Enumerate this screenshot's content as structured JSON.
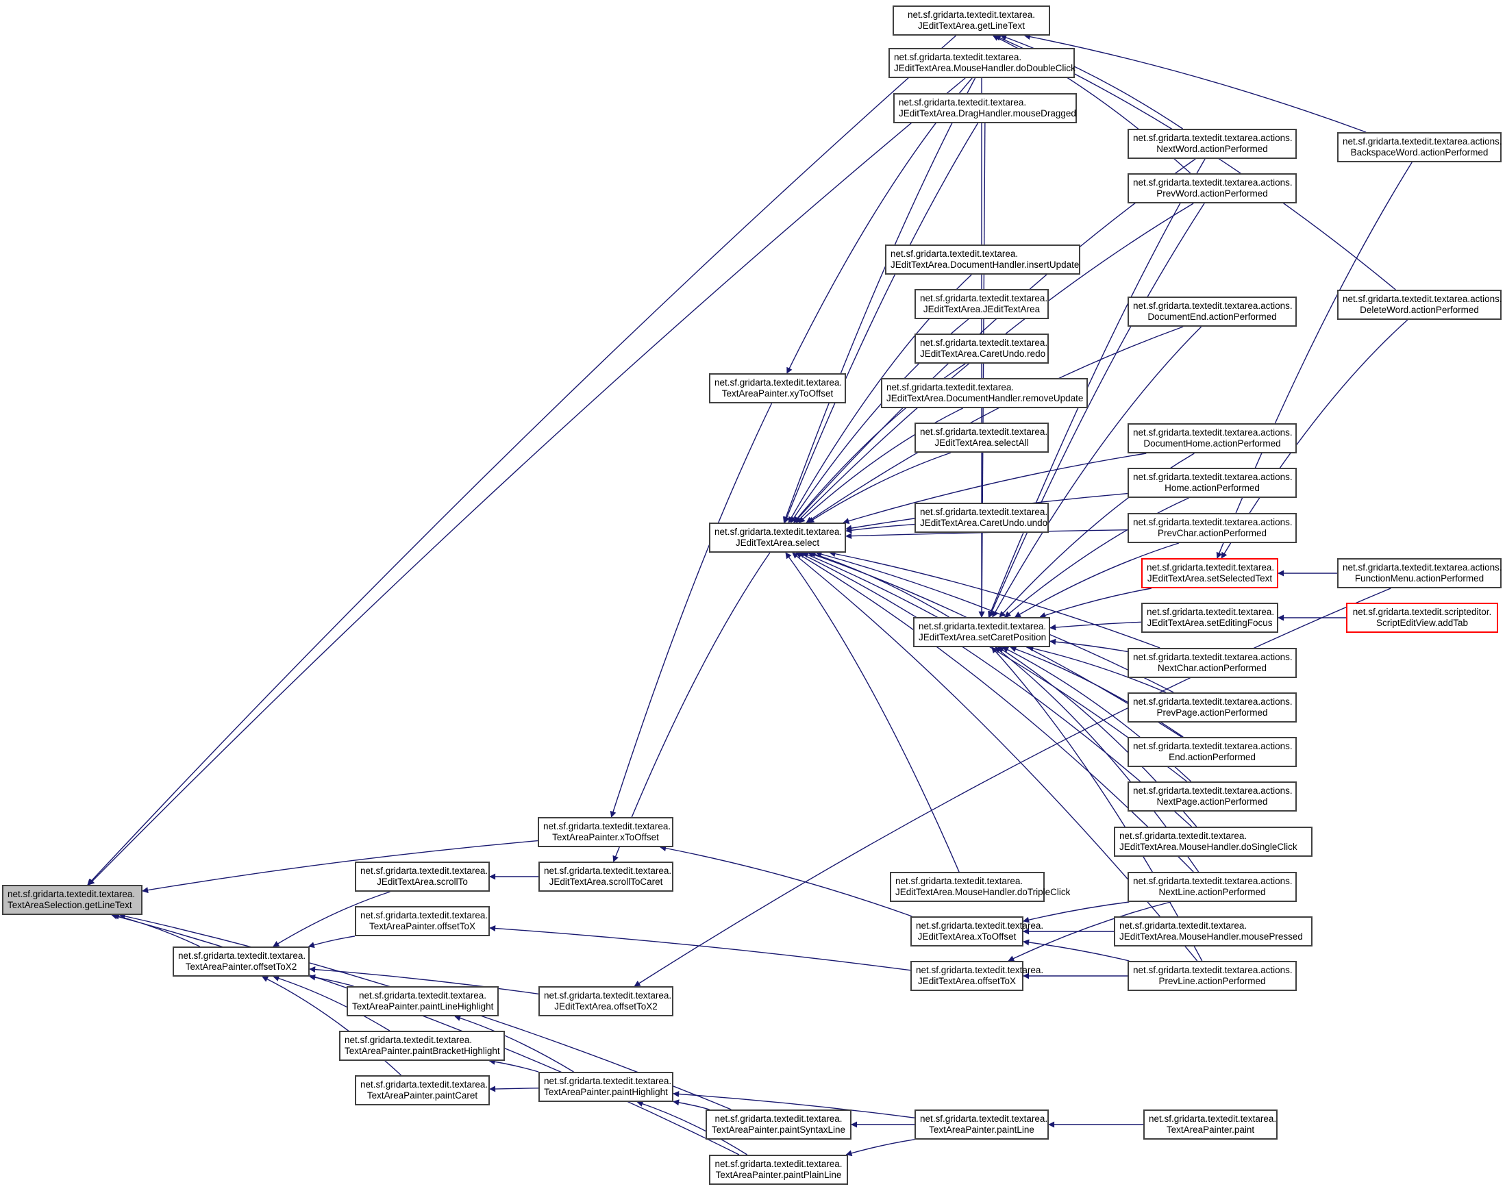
{
  "graph": {
    "type": "caller-graph",
    "edge_color": "#191970",
    "root_fill": "#bfbfbf",
    "truncated_border": "#ff0000",
    "nodes": [
      {
        "id": "root",
        "l1": "net.sf.gridarta.textedit.textarea.",
        "l2": "TextAreaSelection.getLineText",
        "kind": "root"
      },
      {
        "id": "jta_getLineText",
        "l1": "net.sf.gridarta.textedit.textarea.",
        "l2": "JEditTextArea.getLineText"
      },
      {
        "id": "mh_doDoubleClick",
        "l1": "net.sf.gridarta.textedit.textarea.",
        "l2": "JEditTextArea.MouseHandler.doDoubleClick"
      },
      {
        "id": "dh_mouseDragged",
        "l1": "net.sf.gridarta.textedit.textarea.",
        "l2": "JEditTextArea.DragHandler.mouseDragged"
      },
      {
        "id": "a_nextWord",
        "l1": "net.sf.gridarta.textedit.textarea.actions.",
        "l2": "NextWord.actionPerformed"
      },
      {
        "id": "a_prevWord",
        "l1": "net.sf.gridarta.textedit.textarea.actions.",
        "l2": "PrevWord.actionPerformed"
      },
      {
        "id": "a_backspaceWord",
        "l1": "net.sf.gridarta.textedit.textarea.actions.",
        "l2": "BackspaceWord.actionPerformed"
      },
      {
        "id": "doc_insertUpdate",
        "l1": "net.sf.gridarta.textedit.textarea.",
        "l2": "JEditTextArea.DocumentHandler.insertUpdate"
      },
      {
        "id": "jta_ctor",
        "l1": "net.sf.gridarta.textedit.textarea.",
        "l2": "JEditTextArea.JEditTextArea"
      },
      {
        "id": "a_documentEnd",
        "l1": "net.sf.gridarta.textedit.textarea.actions.",
        "l2": "DocumentEnd.actionPerformed"
      },
      {
        "id": "a_deleteWord",
        "l1": "net.sf.gridarta.textedit.textarea.actions.",
        "l2": "DeleteWord.actionPerformed"
      },
      {
        "id": "cu_redo",
        "l1": "net.sf.gridarta.textedit.textarea.",
        "l2": "JEditTextArea.CaretUndo.redo"
      },
      {
        "id": "tap_xyToOffset",
        "l1": "net.sf.gridarta.textedit.textarea.",
        "l2": "TextAreaPainter.xyToOffset"
      },
      {
        "id": "doc_removeUpdate",
        "l1": "net.sf.gridarta.textedit.textarea.",
        "l2": "JEditTextArea.DocumentHandler.removeUpdate"
      },
      {
        "id": "jta_selectAll",
        "l1": "net.sf.gridarta.textedit.textarea.",
        "l2": "JEditTextArea.selectAll"
      },
      {
        "id": "a_documentHome",
        "l1": "net.sf.gridarta.textedit.textarea.actions.",
        "l2": "DocumentHome.actionPerformed"
      },
      {
        "id": "a_home",
        "l1": "net.sf.gridarta.textedit.textarea.actions.",
        "l2": "Home.actionPerformed"
      },
      {
        "id": "cu_undo",
        "l1": "net.sf.gridarta.textedit.textarea.",
        "l2": "JEditTextArea.CaretUndo.undo"
      },
      {
        "id": "jta_select",
        "l1": "net.sf.gridarta.textedit.textarea.",
        "l2": "JEditTextArea.select"
      },
      {
        "id": "a_prevChar",
        "l1": "net.sf.gridarta.textedit.textarea.actions.",
        "l2": "PrevChar.actionPerformed"
      },
      {
        "id": "jta_setSelectedText",
        "l1": "net.sf.gridarta.textedit.textarea.",
        "l2": "JEditTextArea.setSelectedText",
        "kind": "truncated"
      },
      {
        "id": "a_functionMenu",
        "l1": "net.sf.gridarta.textedit.textarea.actions.",
        "l2": "FunctionMenu.actionPerformed"
      },
      {
        "id": "jta_setCaretPosition",
        "l1": "net.sf.gridarta.textedit.textarea.",
        "l2": "JEditTextArea.setCaretPosition"
      },
      {
        "id": "jta_setEditingFocus",
        "l1": "net.sf.gridarta.textedit.textarea.",
        "l2": "JEditTextArea.setEditingFocus"
      },
      {
        "id": "sev_addTab",
        "l1": "net.sf.gridarta.textedit.scripteditor.",
        "l2": "ScriptEditView.addTab",
        "kind": "truncated"
      },
      {
        "id": "a_nextChar",
        "l1": "net.sf.gridarta.textedit.textarea.actions.",
        "l2": "NextChar.actionPerformed"
      },
      {
        "id": "a_prevPage",
        "l1": "net.sf.gridarta.textedit.textarea.actions.",
        "l2": "PrevPage.actionPerformed"
      },
      {
        "id": "a_end",
        "l1": "net.sf.gridarta.textedit.textarea.actions.",
        "l2": "End.actionPerformed"
      },
      {
        "id": "a_nextPage",
        "l1": "net.sf.gridarta.textedit.textarea.actions.",
        "l2": "NextPage.actionPerformed"
      },
      {
        "id": "tap_xToOffset",
        "l1": "net.sf.gridarta.textedit.textarea.",
        "l2": "TextAreaPainter.xToOffset"
      },
      {
        "id": "mh_doSingleClick",
        "l1": "net.sf.gridarta.textedit.textarea.",
        "l2": "JEditTextArea.MouseHandler.doSingleClick"
      },
      {
        "id": "jta_scrollTo",
        "l1": "net.sf.gridarta.textedit.textarea.",
        "l2": "JEditTextArea.scrollTo"
      },
      {
        "id": "jta_scrollToCaret",
        "l1": "net.sf.gridarta.textedit.textarea.",
        "l2": "JEditTextArea.scrollToCaret"
      },
      {
        "id": "mh_doTripleClick",
        "l1": "net.sf.gridarta.textedit.textarea.",
        "l2": "JEditTextArea.MouseHandler.doTripleClick"
      },
      {
        "id": "a_nextLine",
        "l1": "net.sf.gridarta.textedit.textarea.actions.",
        "l2": "NextLine.actionPerformed"
      },
      {
        "id": "tap_offsetToX",
        "l1": "net.sf.gridarta.textedit.textarea.",
        "l2": "TextAreaPainter.offsetToX"
      },
      {
        "id": "jta_xToOffset",
        "l1": "net.sf.gridarta.textedit.textarea.",
        "l2": "JEditTextArea.xToOffset"
      },
      {
        "id": "mh_mousePressed",
        "l1": "net.sf.gridarta.textedit.textarea.",
        "l2": "JEditTextArea.MouseHandler.mousePressed"
      },
      {
        "id": "tap_offsetToX2",
        "l1": "net.sf.gridarta.textedit.textarea.",
        "l2": "TextAreaPainter.offsetToX2"
      },
      {
        "id": "jta_offsetToX",
        "l1": "net.sf.gridarta.textedit.textarea.",
        "l2": "JEditTextArea.offsetToX"
      },
      {
        "id": "a_prevLine",
        "l1": "net.sf.gridarta.textedit.textarea.actions.",
        "l2": "PrevLine.actionPerformed"
      },
      {
        "id": "tap_paintLineHighlight",
        "l1": "net.sf.gridarta.textedit.textarea.",
        "l2": "TextAreaPainter.paintLineHighlight"
      },
      {
        "id": "jta_offsetToX2",
        "l1": "net.sf.gridarta.textedit.textarea.",
        "l2": "JEditTextArea.offsetToX2"
      },
      {
        "id": "tap_paintBracketHighlight",
        "l1": "net.sf.gridarta.textedit.textarea.",
        "l2": "TextAreaPainter.paintBracketHighlight"
      },
      {
        "id": "tap_paintCaret",
        "l1": "net.sf.gridarta.textedit.textarea.",
        "l2": "TextAreaPainter.paintCaret"
      },
      {
        "id": "tap_paintHighlight",
        "l1": "net.sf.gridarta.textedit.textarea.",
        "l2": "TextAreaPainter.paintHighlight"
      },
      {
        "id": "tap_paintSyntaxLine",
        "l1": "net.sf.gridarta.textedit.textarea.",
        "l2": "TextAreaPainter.paintSyntaxLine"
      },
      {
        "id": "tap_paintLine",
        "l1": "net.sf.gridarta.textedit.textarea.",
        "l2": "TextAreaPainter.paintLine"
      },
      {
        "id": "tap_paint",
        "l1": "net.sf.gridarta.textedit.textarea.",
        "l2": "TextAreaPainter.paint"
      },
      {
        "id": "tap_paintPlainLine",
        "l1": "net.sf.gridarta.textedit.textarea.",
        "l2": "TextAreaPainter.paintPlainLine"
      }
    ],
    "edges": [
      [
        "jta_getLineText",
        "root"
      ],
      [
        "mh_doDoubleClick",
        "root"
      ],
      [
        "tap_xToOffset",
        "root"
      ],
      [
        "tap_offsetToX2",
        "root"
      ],
      [
        "tap_paintSyntaxLine",
        "root"
      ],
      [
        "tap_paintPlainLine",
        "root"
      ],
      [
        "a_nextWord",
        "jta_getLineText"
      ],
      [
        "a_prevWord",
        "jta_getLineText"
      ],
      [
        "a_backspaceWord",
        "jta_getLineText"
      ],
      [
        "a_deleteWord",
        "jta_getLineText"
      ],
      [
        "mh_doDoubleClick",
        "tap_xyToOffset"
      ],
      [
        "tap_xyToOffset",
        "tap_xToOffset"
      ],
      [
        "mh_doDoubleClick",
        "jta_select"
      ],
      [
        "dh_mouseDragged",
        "jta_select"
      ],
      [
        "a_nextWord",
        "jta_select"
      ],
      [
        "a_prevWord",
        "jta_select"
      ],
      [
        "a_documentEnd",
        "jta_select"
      ],
      [
        "doc_insertUpdate",
        "jta_select"
      ],
      [
        "jta_ctor",
        "jta_select"
      ],
      [
        "cu_redo",
        "jta_select"
      ],
      [
        "doc_removeUpdate",
        "jta_select"
      ],
      [
        "jta_selectAll",
        "jta_select"
      ],
      [
        "a_documentHome",
        "jta_select"
      ],
      [
        "cu_undo",
        "jta_select"
      ],
      [
        "a_home",
        "jta_select"
      ],
      [
        "a_prevChar",
        "jta_select"
      ],
      [
        "jta_setCaretPosition",
        "jta_select"
      ],
      [
        "a_nextChar",
        "jta_select"
      ],
      [
        "a_prevPage",
        "jta_select"
      ],
      [
        "a_end",
        "jta_select"
      ],
      [
        "a_nextPage",
        "jta_select"
      ],
      [
        "mh_doSingleClick",
        "jta_select"
      ],
      [
        "mh_doTripleClick",
        "jta_select"
      ],
      [
        "a_nextLine",
        "jta_select"
      ],
      [
        "a_prevLine",
        "jta_select"
      ],
      [
        "jta_select",
        "jta_scrollToCaret"
      ],
      [
        "mh_doDoubleClick",
        "jta_setCaretPosition"
      ],
      [
        "dh_mouseDragged",
        "jta_setCaretPosition"
      ],
      [
        "a_nextWord",
        "jta_setCaretPosition"
      ],
      [
        "a_prevWord",
        "jta_setCaretPosition"
      ],
      [
        "a_documentEnd",
        "jta_setCaretPosition"
      ],
      [
        "a_documentHome",
        "jta_setCaretPosition"
      ],
      [
        "a_home",
        "jta_setCaretPosition"
      ],
      [
        "a_prevChar",
        "jta_setCaretPosition"
      ],
      [
        "jta_setSelectedText",
        "jta_setCaretPosition"
      ],
      [
        "jta_setEditingFocus",
        "jta_setCaretPosition"
      ],
      [
        "a_nextChar",
        "jta_setCaretPosition"
      ],
      [
        "a_prevPage",
        "jta_setCaretPosition"
      ],
      [
        "a_end",
        "jta_setCaretPosition"
      ],
      [
        "a_nextPage",
        "jta_setCaretPosition"
      ],
      [
        "mh_doSingleClick",
        "jta_setCaretPosition"
      ],
      [
        "a_nextLine",
        "jta_setCaretPosition"
      ],
      [
        "a_prevLine",
        "jta_setCaretPosition"
      ],
      [
        "a_backspaceWord",
        "jta_setSelectedText"
      ],
      [
        "a_deleteWord",
        "jta_setSelectedText"
      ],
      [
        "a_functionMenu",
        "jta_setSelectedText"
      ],
      [
        "sev_addTab",
        "jta_setEditingFocus"
      ],
      [
        "jta_scrollToCaret",
        "jta_scrollTo"
      ],
      [
        "jta_xToOffset",
        "tap_xToOffset"
      ],
      [
        "a_nextLine",
        "jta_xToOffset"
      ],
      [
        "mh_mousePressed",
        "jta_xToOffset"
      ],
      [
        "a_prevLine",
        "jta_xToOffset"
      ],
      [
        "a_nextLine",
        "jta_offsetToX"
      ],
      [
        "a_prevLine",
        "jta_offsetToX"
      ],
      [
        "jta_offsetToX",
        "tap_offsetToX"
      ],
      [
        "jta_scrollTo",
        "tap_offsetToX2"
      ],
      [
        "tap_offsetToX",
        "tap_offsetToX2"
      ],
      [
        "jta_offsetToX2",
        "tap_offsetToX2"
      ],
      [
        "tap_paintLineHighlight",
        "tap_offsetToX2"
      ],
      [
        "tap_paintBracketHighlight",
        "tap_offsetToX2"
      ],
      [
        "tap_paintCaret",
        "tap_offsetToX2"
      ],
      [
        "a_functionMenu",
        "jta_offsetToX2"
      ],
      [
        "tap_paintHighlight",
        "tap_paintLineHighlight"
      ],
      [
        "tap_paintHighlight",
        "tap_paintBracketHighlight"
      ],
      [
        "tap_paintHighlight",
        "tap_paintCaret"
      ],
      [
        "tap_paintSyntaxLine",
        "tap_paintHighlight"
      ],
      [
        "tap_paintPlainLine",
        "tap_paintHighlight"
      ],
      [
        "tap_paintLine",
        "tap_paintHighlight"
      ],
      [
        "tap_paintLine",
        "tap_paintSyntaxLine"
      ],
      [
        "tap_paintLine",
        "tap_paintPlainLine"
      ],
      [
        "tap_paint",
        "tap_paintLine"
      ]
    ]
  }
}
